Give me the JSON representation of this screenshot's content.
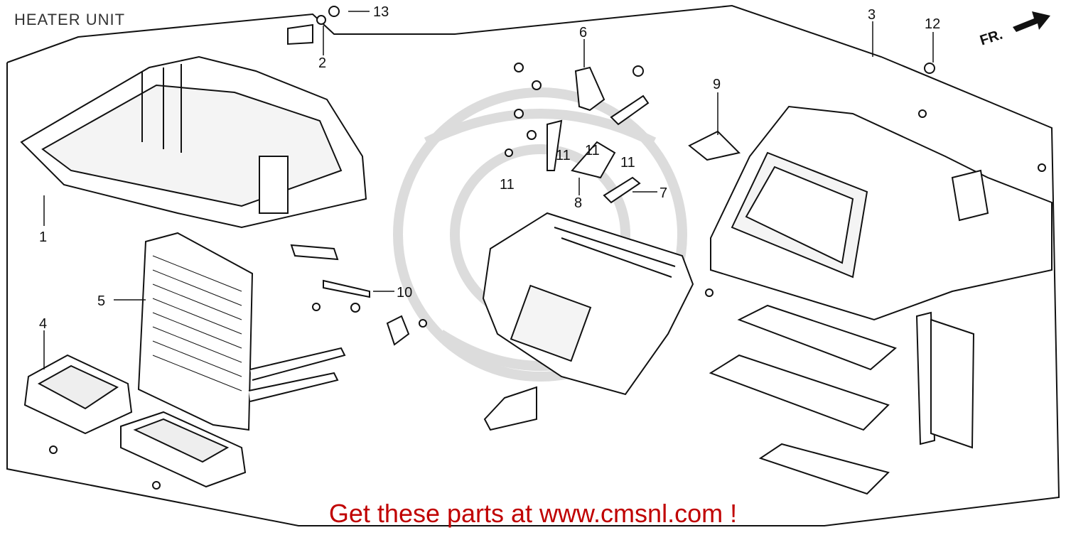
{
  "diagram": {
    "title": "HEATER UNIT",
    "front_marker": "FR.",
    "callouts": [
      "1",
      "2",
      "3",
      "4",
      "5",
      "6",
      "7",
      "8",
      "9",
      "10",
      "11",
      "11",
      "11",
      "11",
      "12",
      "13"
    ],
    "promo_text": "Get these parts at www.cmsnl.com !",
    "colors": {
      "line": "#111111",
      "promo": "#c00000",
      "watermark": "#d9d9d9"
    }
  }
}
